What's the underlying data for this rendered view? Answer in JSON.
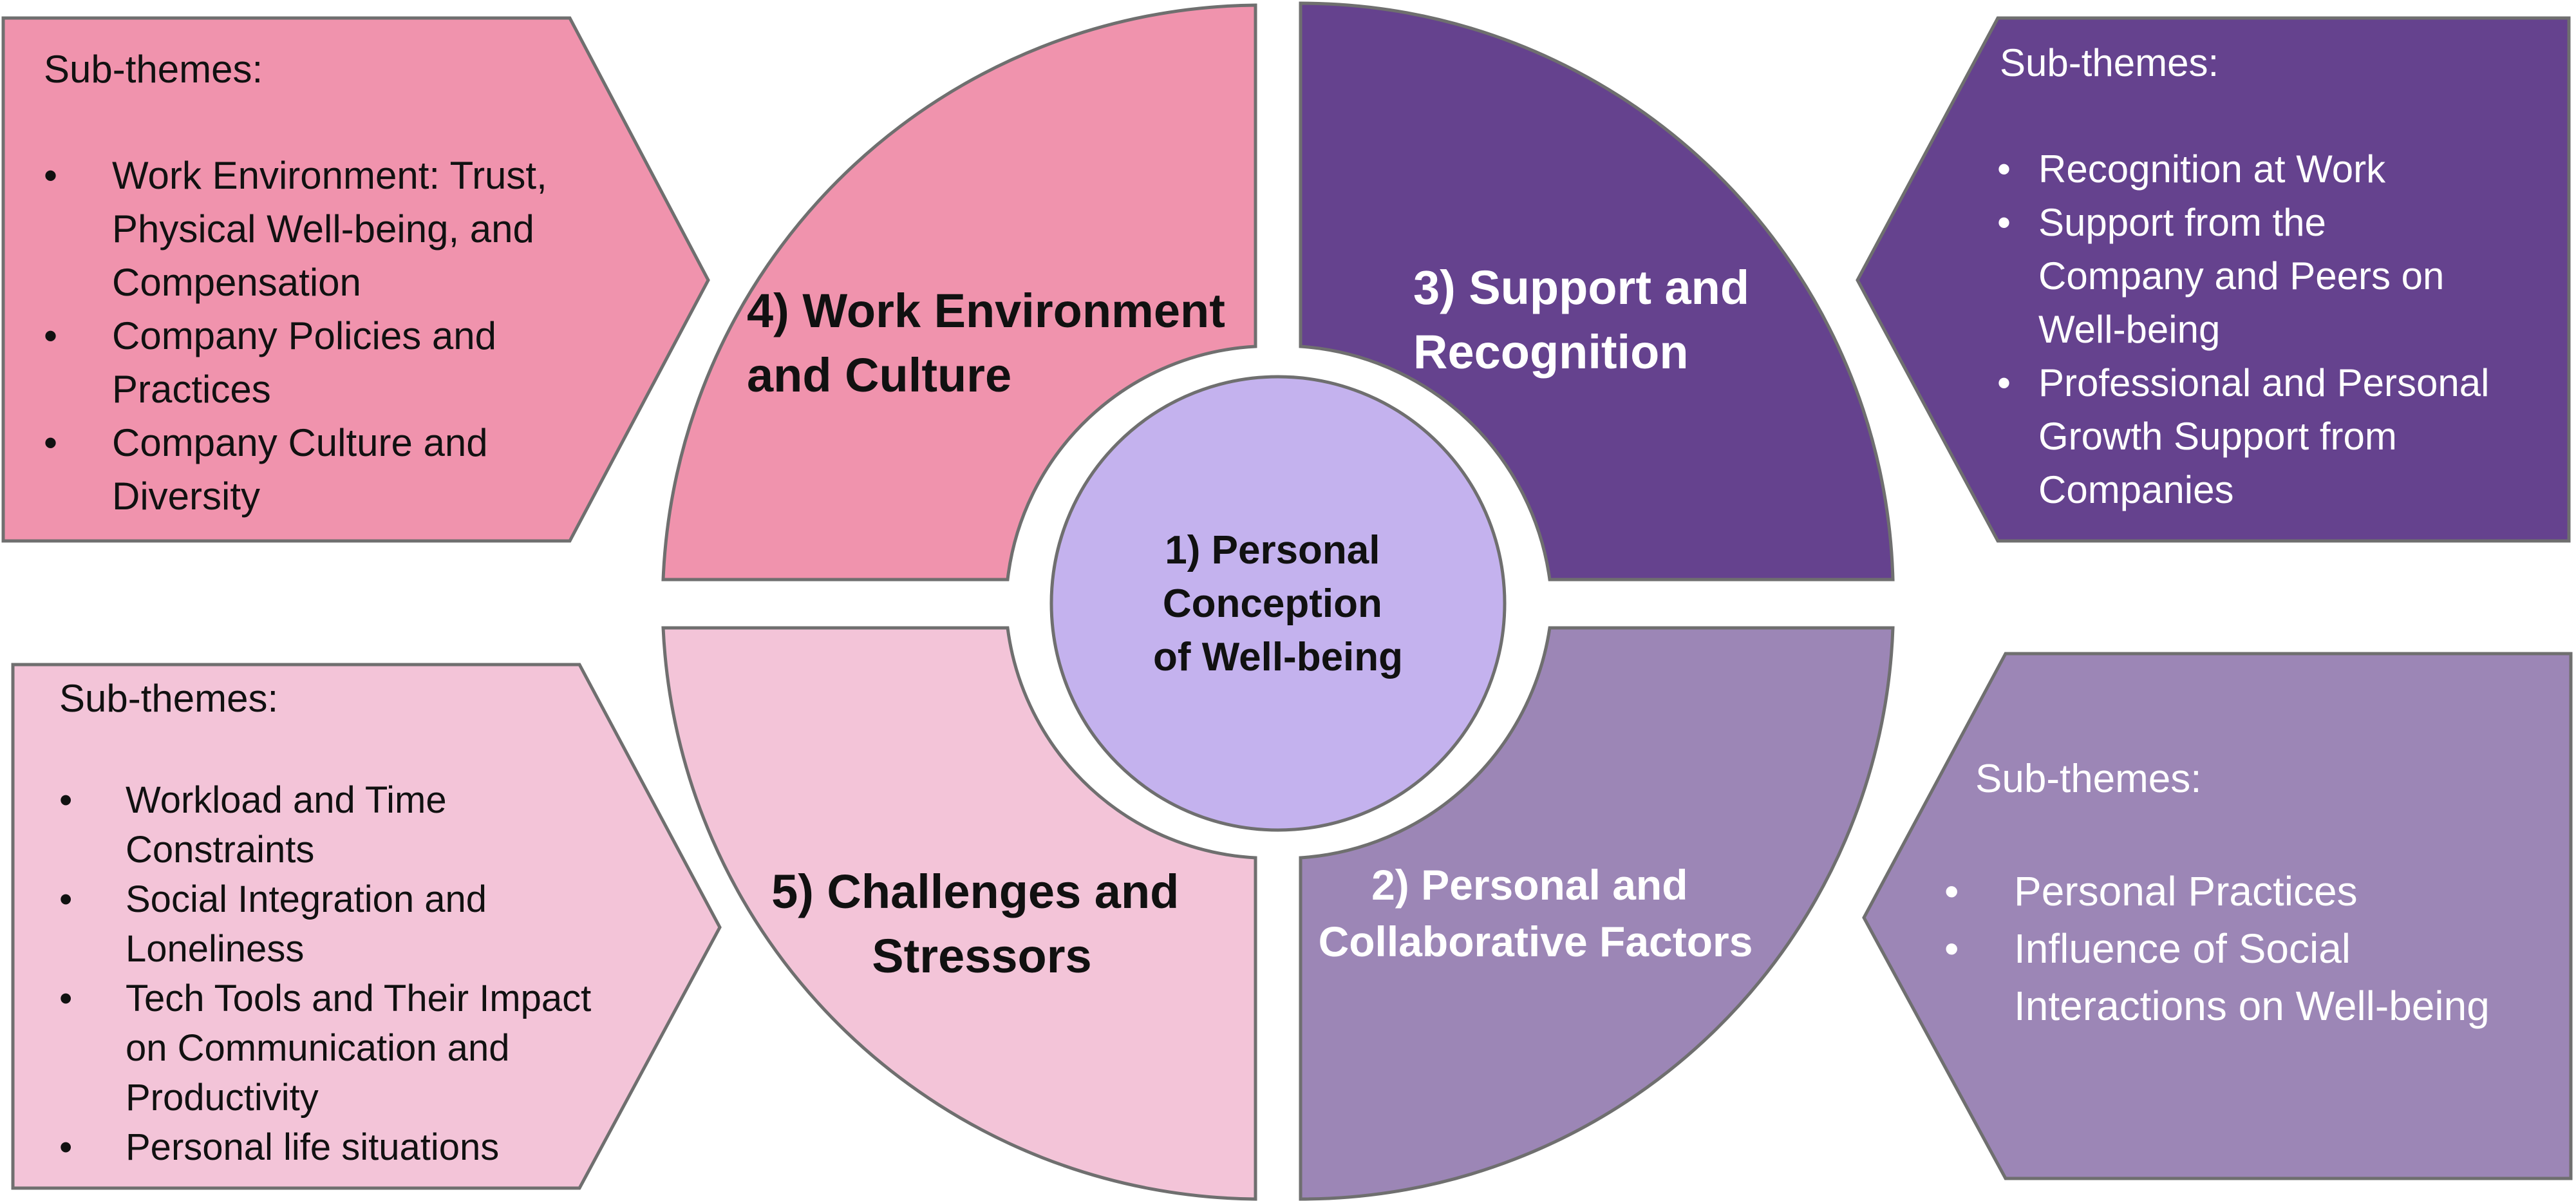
{
  "colors": {
    "work_env": "#F093AD",
    "support": "#65428E",
    "personal": "#9C86B6",
    "challenges": "#F3C4D8",
    "center": "#C4B2EE",
    "outline": "#6f6f6f"
  },
  "center": {
    "lines": [
      "1) Personal",
      "Conception",
      "of Well-being"
    ]
  },
  "quadrants": {
    "work_env": {
      "lines": [
        "4) Work Environment",
        "and Culture"
      ]
    },
    "support": {
      "lines": [
        "3) Support and",
        "Recognition"
      ]
    },
    "personal": {
      "lines": [
        "2) Personal and",
        "Collaborative Factors"
      ]
    },
    "challenges": {
      "lines": [
        "5) Challenges and",
        "Stressors"
      ]
    }
  },
  "subthemes": {
    "work_env": {
      "heading": "Sub-themes:",
      "items": [
        {
          "lines": [
            "Work Environment: Trust,",
            "Physical Well-being, and",
            "Compensation"
          ]
        },
        {
          "lines": [
            "Company Policies and",
            "Practices"
          ]
        },
        {
          "lines": [
            "Company Culture and",
            "Diversity"
          ]
        }
      ]
    },
    "support": {
      "heading": "Sub-themes:",
      "items": [
        {
          "lines": [
            "Recognition at Work"
          ]
        },
        {
          "lines": [
            "Support from the",
            "Company and Peers on",
            "Well-being"
          ]
        },
        {
          "lines": [
            "Professional and Personal",
            "Growth Support from",
            "Companies"
          ]
        }
      ]
    },
    "personal": {
      "heading": "Sub-themes:",
      "items": [
        {
          "lines": [
            "Personal Practices"
          ]
        },
        {
          "lines": [
            "Influence of Social",
            "Interactions on Well-being"
          ]
        }
      ]
    },
    "challenges": {
      "heading": "Sub-themes:",
      "items": [
        {
          "lines": [
            "Workload and Time",
            "Constraints"
          ]
        },
        {
          "lines": [
            "Social Integration and",
            "Loneliness"
          ]
        },
        {
          "lines": [
            "Tech Tools and Their Impact",
            "on Communication and",
            "Productivity"
          ]
        },
        {
          "lines": [
            "Personal life situations"
          ]
        }
      ]
    }
  }
}
